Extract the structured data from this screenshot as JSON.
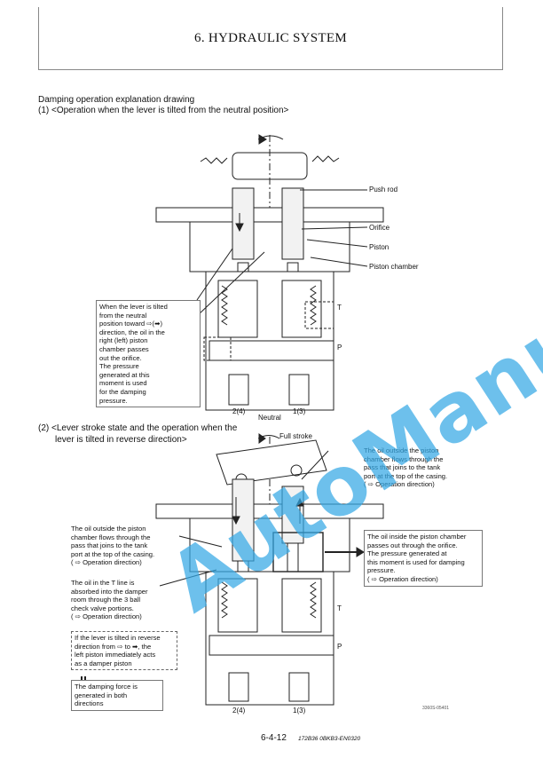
{
  "header": {
    "title": "6. HYDRAULIC SYSTEM"
  },
  "section": {
    "heading": "Damping operation explanation drawing",
    "part1": "(1) <Operation when the lever is tilted from the neutral position>",
    "part2_line1": "(2) <Lever stroke state and the operation when the",
    "part2_line2": "lever is tilted in reverse direction>"
  },
  "figure1": {
    "labels": {
      "push_rod": "Push rod",
      "orifice": "Orifice",
      "piston": "Piston",
      "piston_chamber": "Piston chamber",
      "port_t": "T",
      "port_p": "P",
      "port_left": "2(4)",
      "port_right": "1(3)",
      "neutral": "Neutral"
    },
    "note": "When the lever is tilted\nfrom the neutral\nposition toward ⇨(➡)\ndirection, the oil in the\nright (left) piston\nchamber passes\nout the orifice.\nThe pressure\ngenerated at this\nmoment is used\nfor the damping\npressure."
  },
  "figure2": {
    "labels": {
      "full_stroke": "Full stroke",
      "port_t": "T",
      "port_p": "P",
      "port_left": "2(4)",
      "port_right": "1(3)",
      "drawing_code": "3360S-05401"
    },
    "note_top_right": "The oil outside the piston\nchamber flows through the\npass that joins to the tank\nport at the top of the casing.\n( ⇨ Operation direction)",
    "note_left_1": "The oil outside the piston\nchamber flows through the\npass that joins to the tank\nport at the top of the casing.\n( ⇨ Operation direction)",
    "note_left_2": "The oil in the T line is\nabsorbed into the damper\nroom through the 3 ball\ncheck valve portions.\n( ⇨ Operation direction)",
    "note_right": "The oil inside the piston chamber\npasses out through the orifice.\nThe pressure generated at\nthis moment is used for damping\npressure.\n( ⇨ Operation direction)",
    "note_reverse": "If the lever is tilted in reverse\ndirection from ⇨ to ➡, the\nleft piston immediately acts\nas a damper piston",
    "note_damping": "The damping force is\ngenerated in both\ndirections"
  },
  "footer": {
    "page": "6-4-12",
    "code": "172B36  0BKB3-EN0320"
  },
  "watermark": "AutoManual",
  "colors": {
    "watermark": "#35a9e6"
  }
}
